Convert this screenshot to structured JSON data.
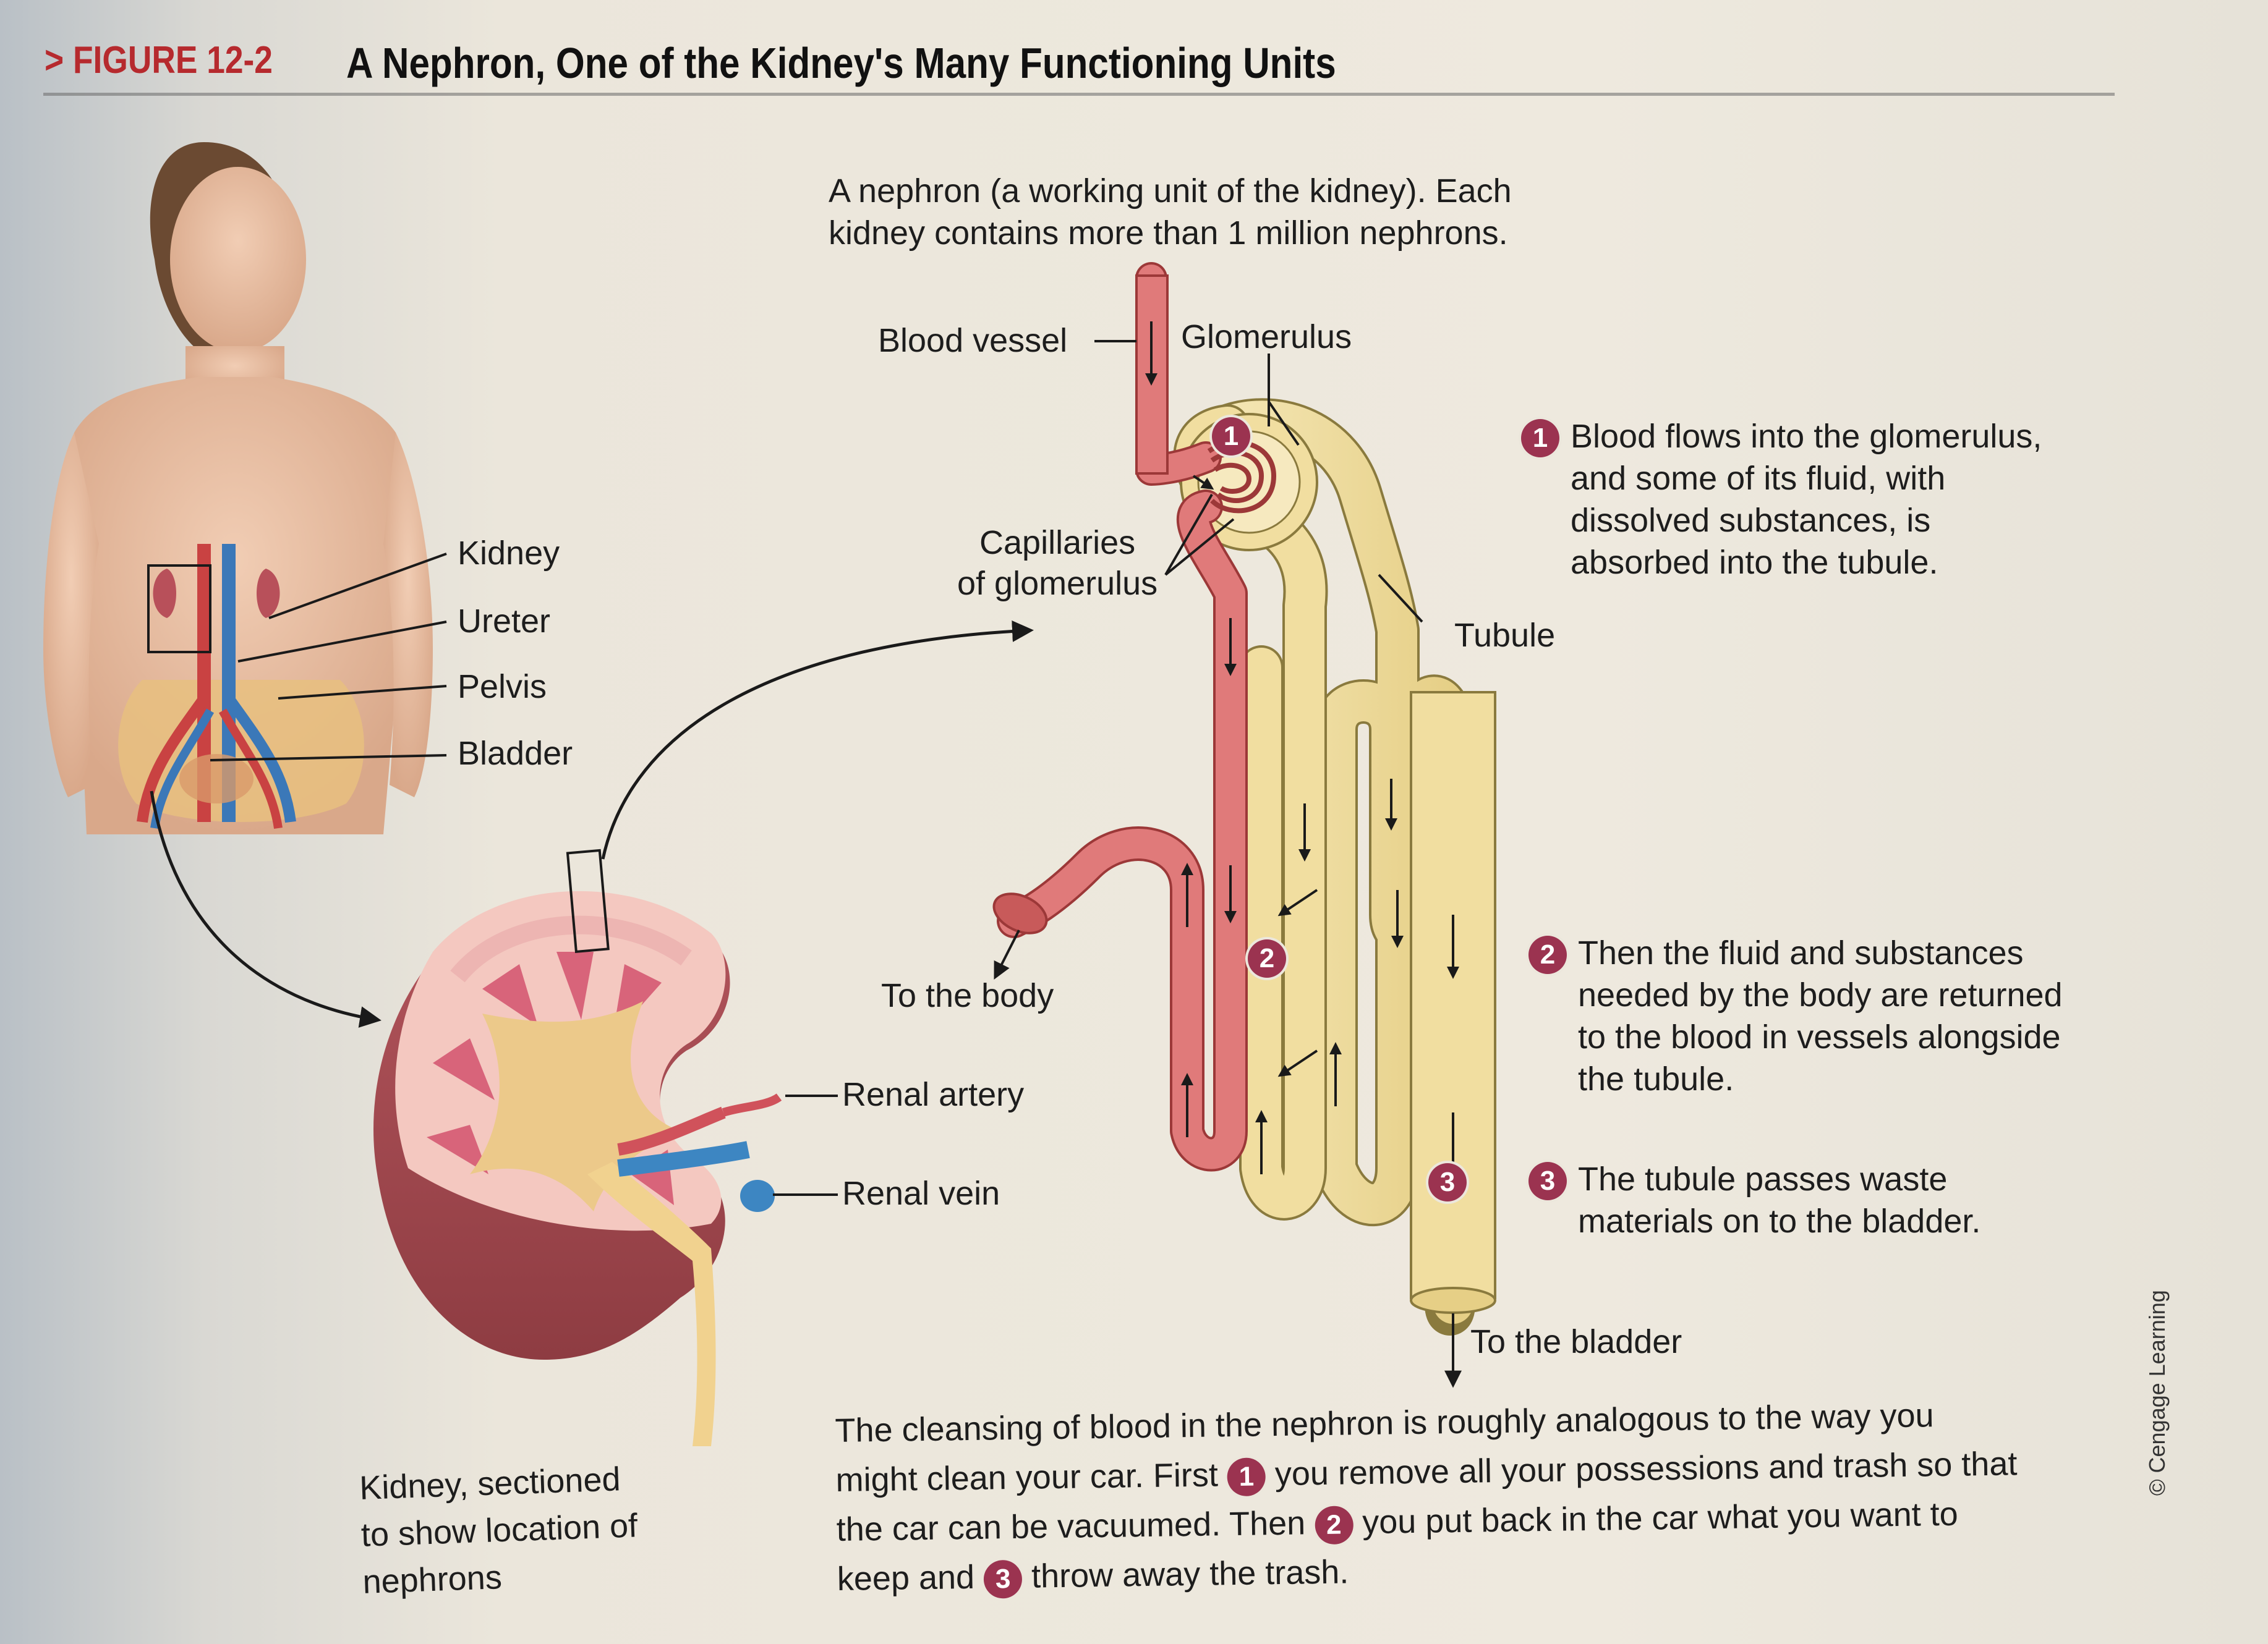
{
  "figure": {
    "number": "FIGURE 12-2",
    "title": "A Nephron, One of the Kidney's Many Functioning Units"
  },
  "intro_caption": [
    "A nephron (a working unit of the kidney). Each",
    "kidney contains more than 1 million nephrons."
  ],
  "body_labels": {
    "kidney": "Kidney",
    "ureter": "Ureter",
    "pelvis": "Pelvis",
    "bladder": "Bladder"
  },
  "nephron_labels": {
    "blood_vessel": "Blood vessel",
    "glomerulus": "Glomerulus",
    "capillaries": [
      "Capillaries",
      "of glomerulus"
    ],
    "tubule": "Tubule",
    "to_body": "To the body",
    "to_bladder": "To the bladder"
  },
  "kidney_labels": {
    "renal_artery": "Renal artery",
    "renal_vein": "Renal vein",
    "caption": [
      "Kidney, sectioned",
      "to show location of",
      "nephrons"
    ]
  },
  "steps": [
    {
      "number": "1",
      "lines": [
        "Blood flows into the glomerulus,",
        "and some of its fluid, with",
        "dissolved substances, is",
        "absorbed into the tubule."
      ]
    },
    {
      "number": "2",
      "lines": [
        "Then the fluid and substances",
        "needed by the body are returned",
        "to the blood in vessels alongside",
        "the tubule."
      ]
    },
    {
      "number": "3",
      "lines": [
        "The tubule passes waste",
        "materials on to the bladder."
      ]
    }
  ],
  "diagram_markers": [
    "1",
    "2",
    "3"
  ],
  "analogy": {
    "line1": "The cleansing of blood in the nephron is roughly analogous to the way you",
    "line2a": "might clean your car. First",
    "line2b": "you remove all your possessions and trash so that",
    "line3a": "the car can be vacuumed. Then",
    "line3b": "you put back in the car what you want to",
    "line4a": "keep and",
    "line4b": "throw away the trash.",
    "markers": [
      "1",
      "2",
      "3"
    ]
  },
  "credit": "© Cengage Learning",
  "colors": {
    "vessel": "#e07a7a",
    "vessel_dark": "#9c3838",
    "tubule": "#f1dea0",
    "tubule_edge": "#8a7a3e",
    "badge": "#9b3350",
    "vein": "#3d86c2"
  }
}
